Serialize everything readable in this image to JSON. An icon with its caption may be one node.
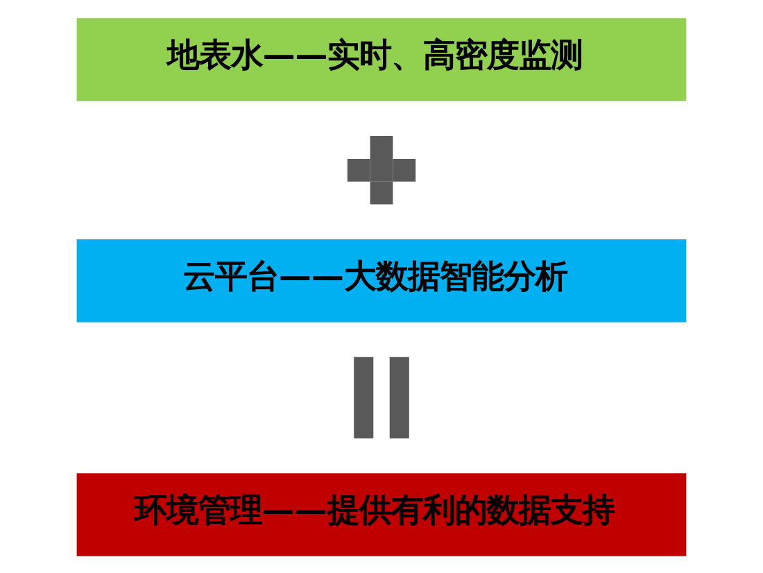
{
  "diagram": {
    "nodes": [
      {
        "text": [
          "地表水——实时、高密度监测"
        ]
      },
      {
        "text": [],
        "shape": "cross"
      },
      {
        "text": [
          "云平台——大数据智能分析"
        ]
      },
      {
        "text": [],
        "shape": "bars"
      },
      {
        "text": [
          "环境管理——提供有利的数据支持"
        ]
      }
    ]
  }
}
